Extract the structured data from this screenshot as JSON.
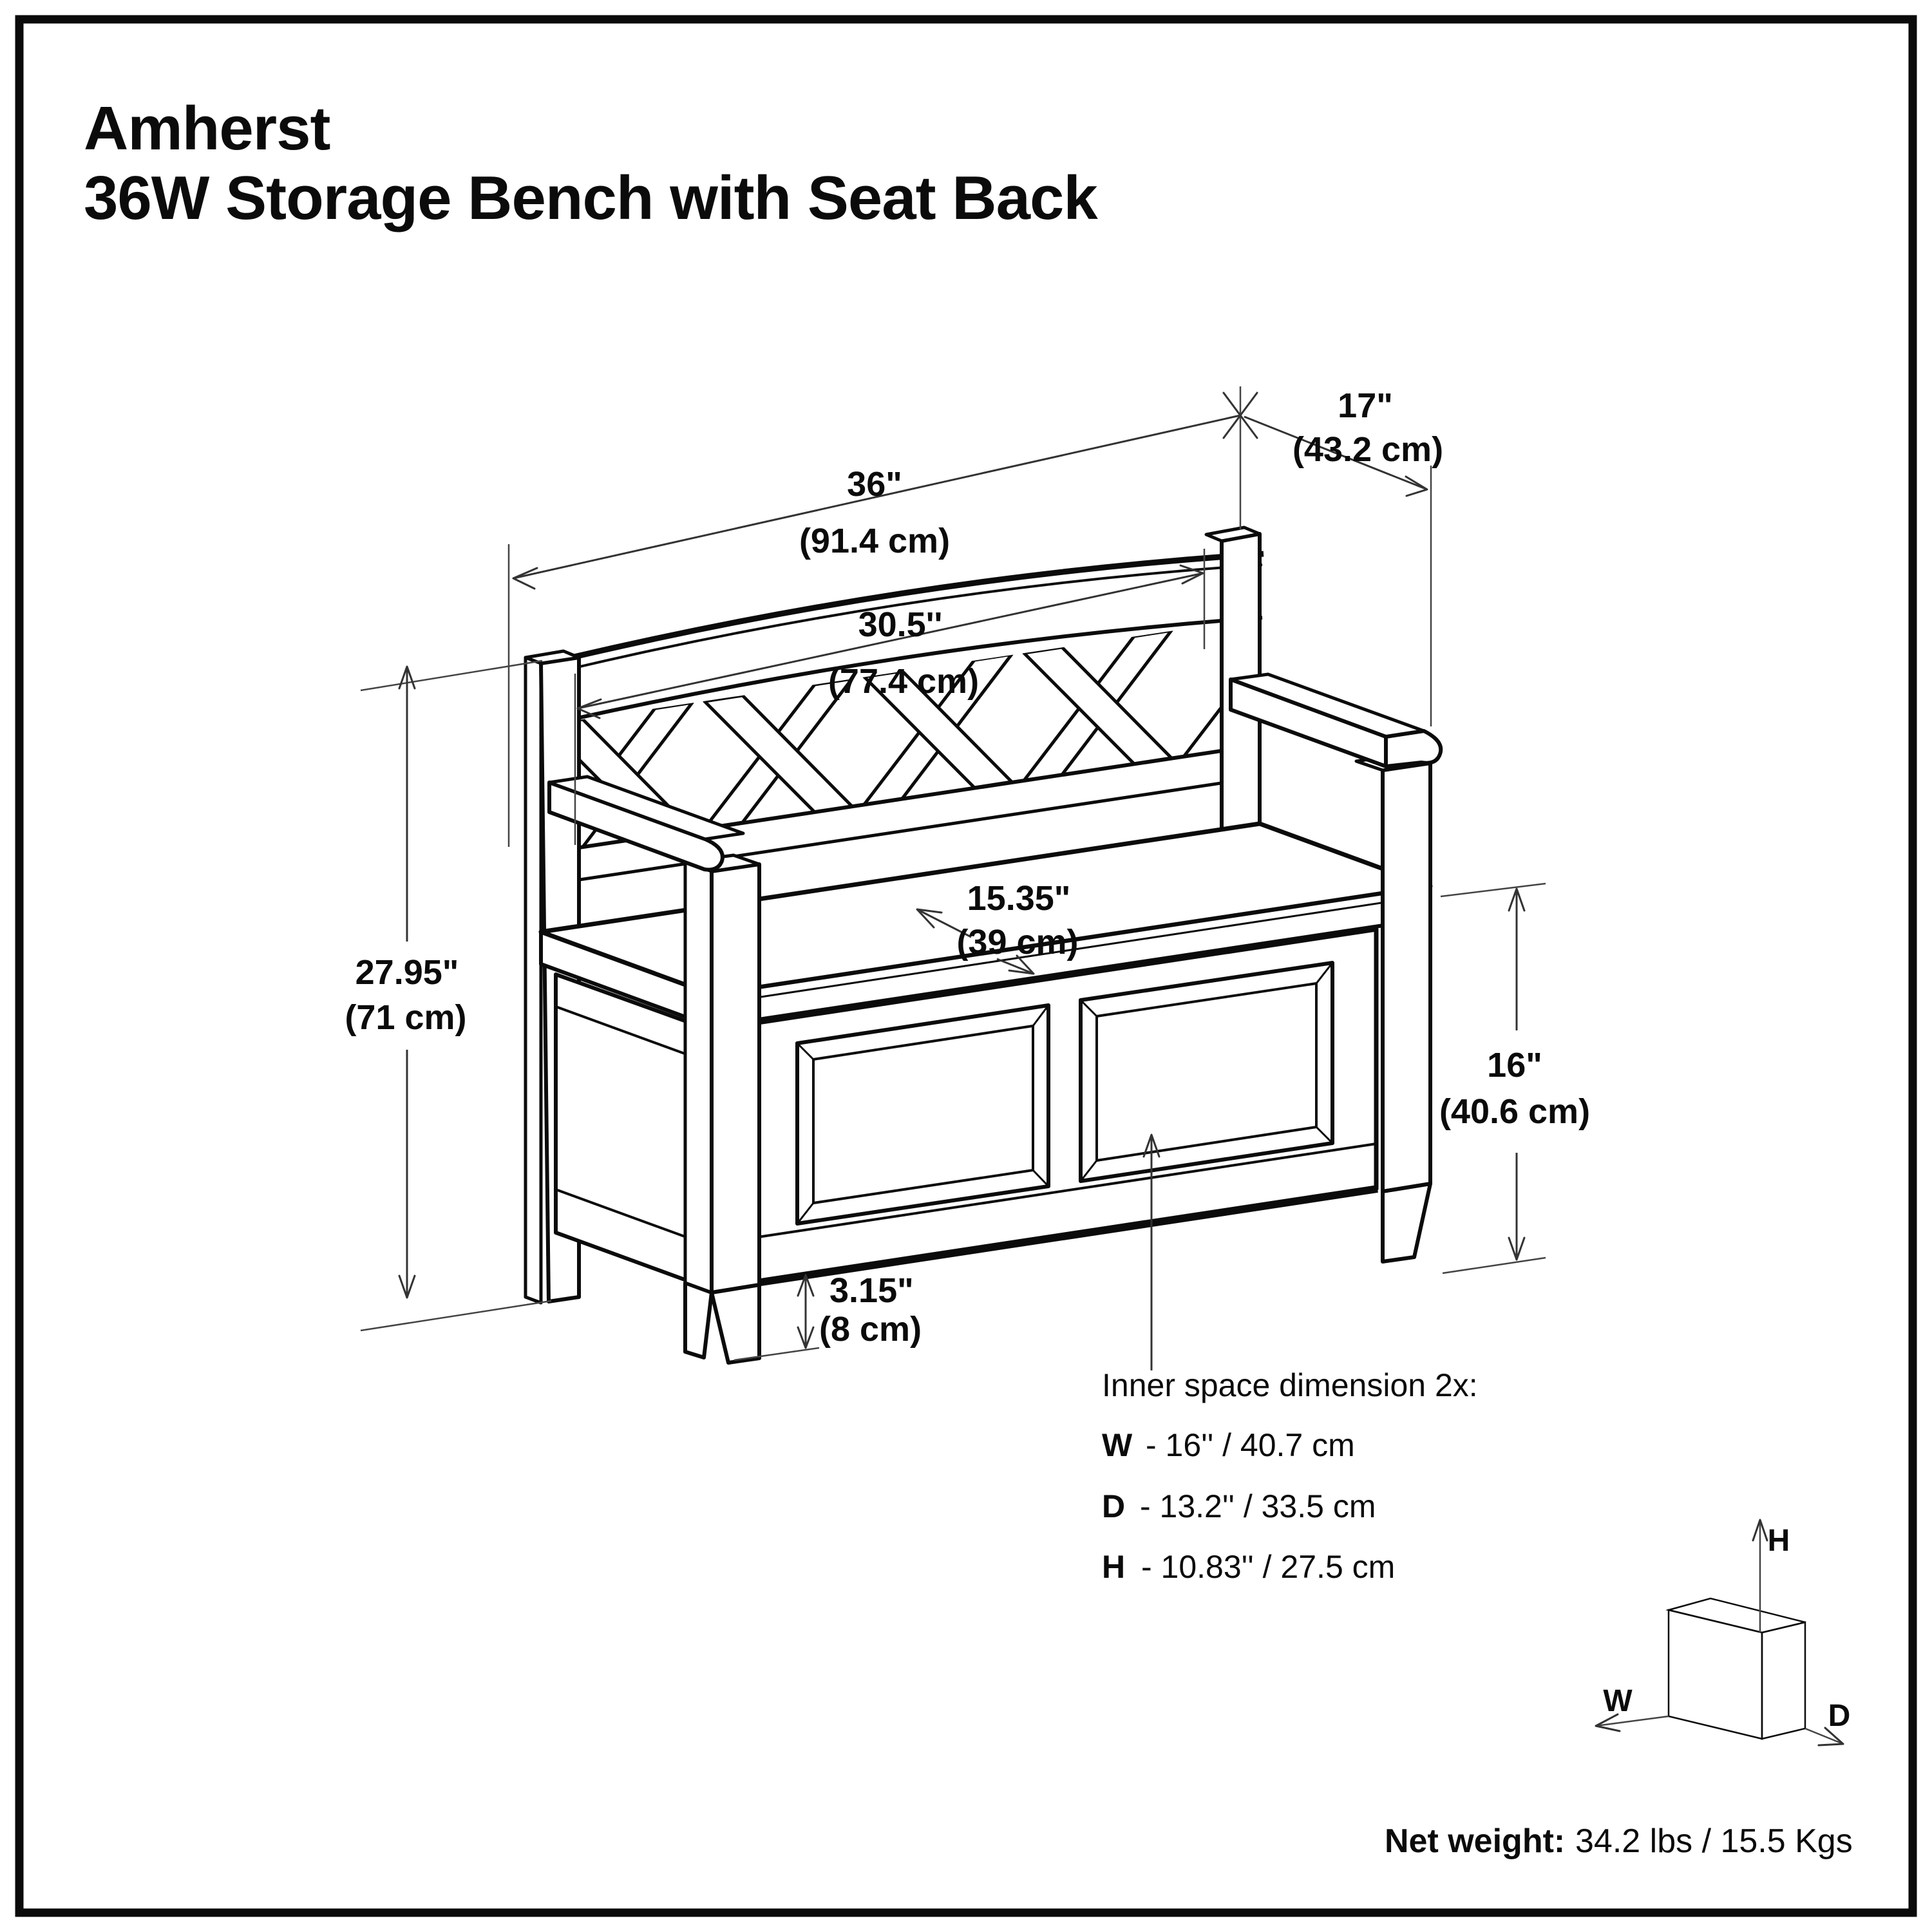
{
  "title": {
    "line1": "Amherst",
    "line2": "36W Storage Bench with Seat Back"
  },
  "diagram": {
    "dims": {
      "overall_width": {
        "inches": "36\"",
        "cm": "(91.4 cm)"
      },
      "overall_depth": {
        "inches": "17\"",
        "cm": "(43.2 cm)"
      },
      "back_width": {
        "inches": "30.5''",
        "cm": "(77.4 cm)"
      },
      "overall_height": {
        "inches": "27.95\"",
        "cm": "(71 cm)"
      },
      "seat_depth": {
        "inches": "15.35\"",
        "cm": "(39 cm)"
      },
      "seat_height": {
        "inches": "16\"",
        "cm": "(40.6 cm)"
      },
      "floor_clearance": {
        "inches": "3.15\"",
        "cm": "(8 cm)"
      }
    },
    "inner_space": {
      "heading": "Inner space dimension 2x:",
      "rows": [
        {
          "label": "W",
          "value": "- 16'' / 40.7 cm"
        },
        {
          "label": "D",
          "value": "- 13.2'' / 33.5 cm"
        },
        {
          "label": "H",
          "value": "- 10.83'' / 27.5 cm"
        }
      ]
    },
    "axis_cube": {
      "h_label": "H",
      "w_label": "W",
      "d_label": "D"
    }
  },
  "footer": {
    "net_weight_label": "Net weight:",
    "net_weight_value": "34.2 lbs / 15.5 Kgs"
  },
  "colors": {
    "line": "#0b0b0b",
    "background": "#ffffff"
  }
}
